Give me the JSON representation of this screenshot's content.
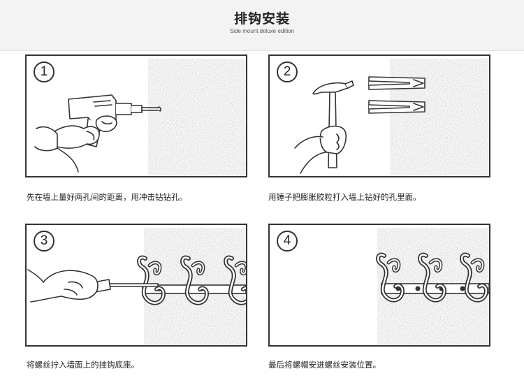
{
  "header": {
    "title": "排钩安装",
    "subtitle": "Side mount deluxe edition"
  },
  "steps": [
    {
      "number": "1",
      "caption": "先在墙上量好两孔间的距离，用冲击钻钻孔。",
      "illustration": "drill-icon"
    },
    {
      "number": "2",
      "caption": "用锤子把膨胀胶粒打入墙上钻好的孔里面。",
      "illustration": "hammer-icon"
    },
    {
      "number": "3",
      "caption": "将螺丝拧入墙面上的挂钩底座。",
      "illustration": "screwdriver-icon"
    },
    {
      "number": "4",
      "caption": "最后将螺帽安进螺丝安装位置。",
      "illustration": "hook-rack-icon"
    }
  ],
  "colors": {
    "line": "#333333",
    "header_bg": "#f3f3f3",
    "wall": "#9a9a9a"
  }
}
